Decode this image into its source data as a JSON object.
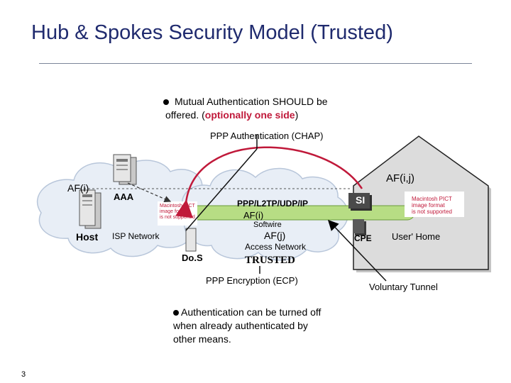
{
  "title": "Hub & Spokes Security Model (Trusted)",
  "bullet1": {
    "line1": "Mutual Authentication SHOULD be",
    "line2_pre": "offered. (",
    "line2_emph": "optionally one side",
    "line2_post": ")"
  },
  "ppp_auth": "PPP Authentication (CHAP)",
  "labels": {
    "af_i_left": "AF(i)",
    "af_ij": "AF(i,j)",
    "aaa": "AAA",
    "host": "Host",
    "isp_network": "ISP Network",
    "dos": "Do.S",
    "tunnel": "PPP/L2TP/UDP/IP",
    "af_i_tunnel": "AF(i)",
    "softwire": "Softwire",
    "af_j": "AF(j)",
    "access_network": "Access Network",
    "trusted": "TRUSTED",
    "si": "SI",
    "cpe": "CPE",
    "user_home": "User' Home",
    "ppp_encryption": "PPP Encryption (ECP)",
    "voluntary_tunnel": "Voluntary Tunnel"
  },
  "pict_placeholder": {
    "line1": "Macintosh PICT",
    "line2": "image format",
    "line3": "is not supported"
  },
  "bullet2": {
    "line1": "Authentication can be turned off",
    "line2": "when already authenticated by",
    "line3": "other means."
  },
  "page_number": "3",
  "colors": {
    "title": "#1f2a6e",
    "accent_red": "#c0193a",
    "cloud_fill": "#e8eef6",
    "house_fill": "#d9d9d9",
    "tunnel_fill": "#b7dd84"
  }
}
